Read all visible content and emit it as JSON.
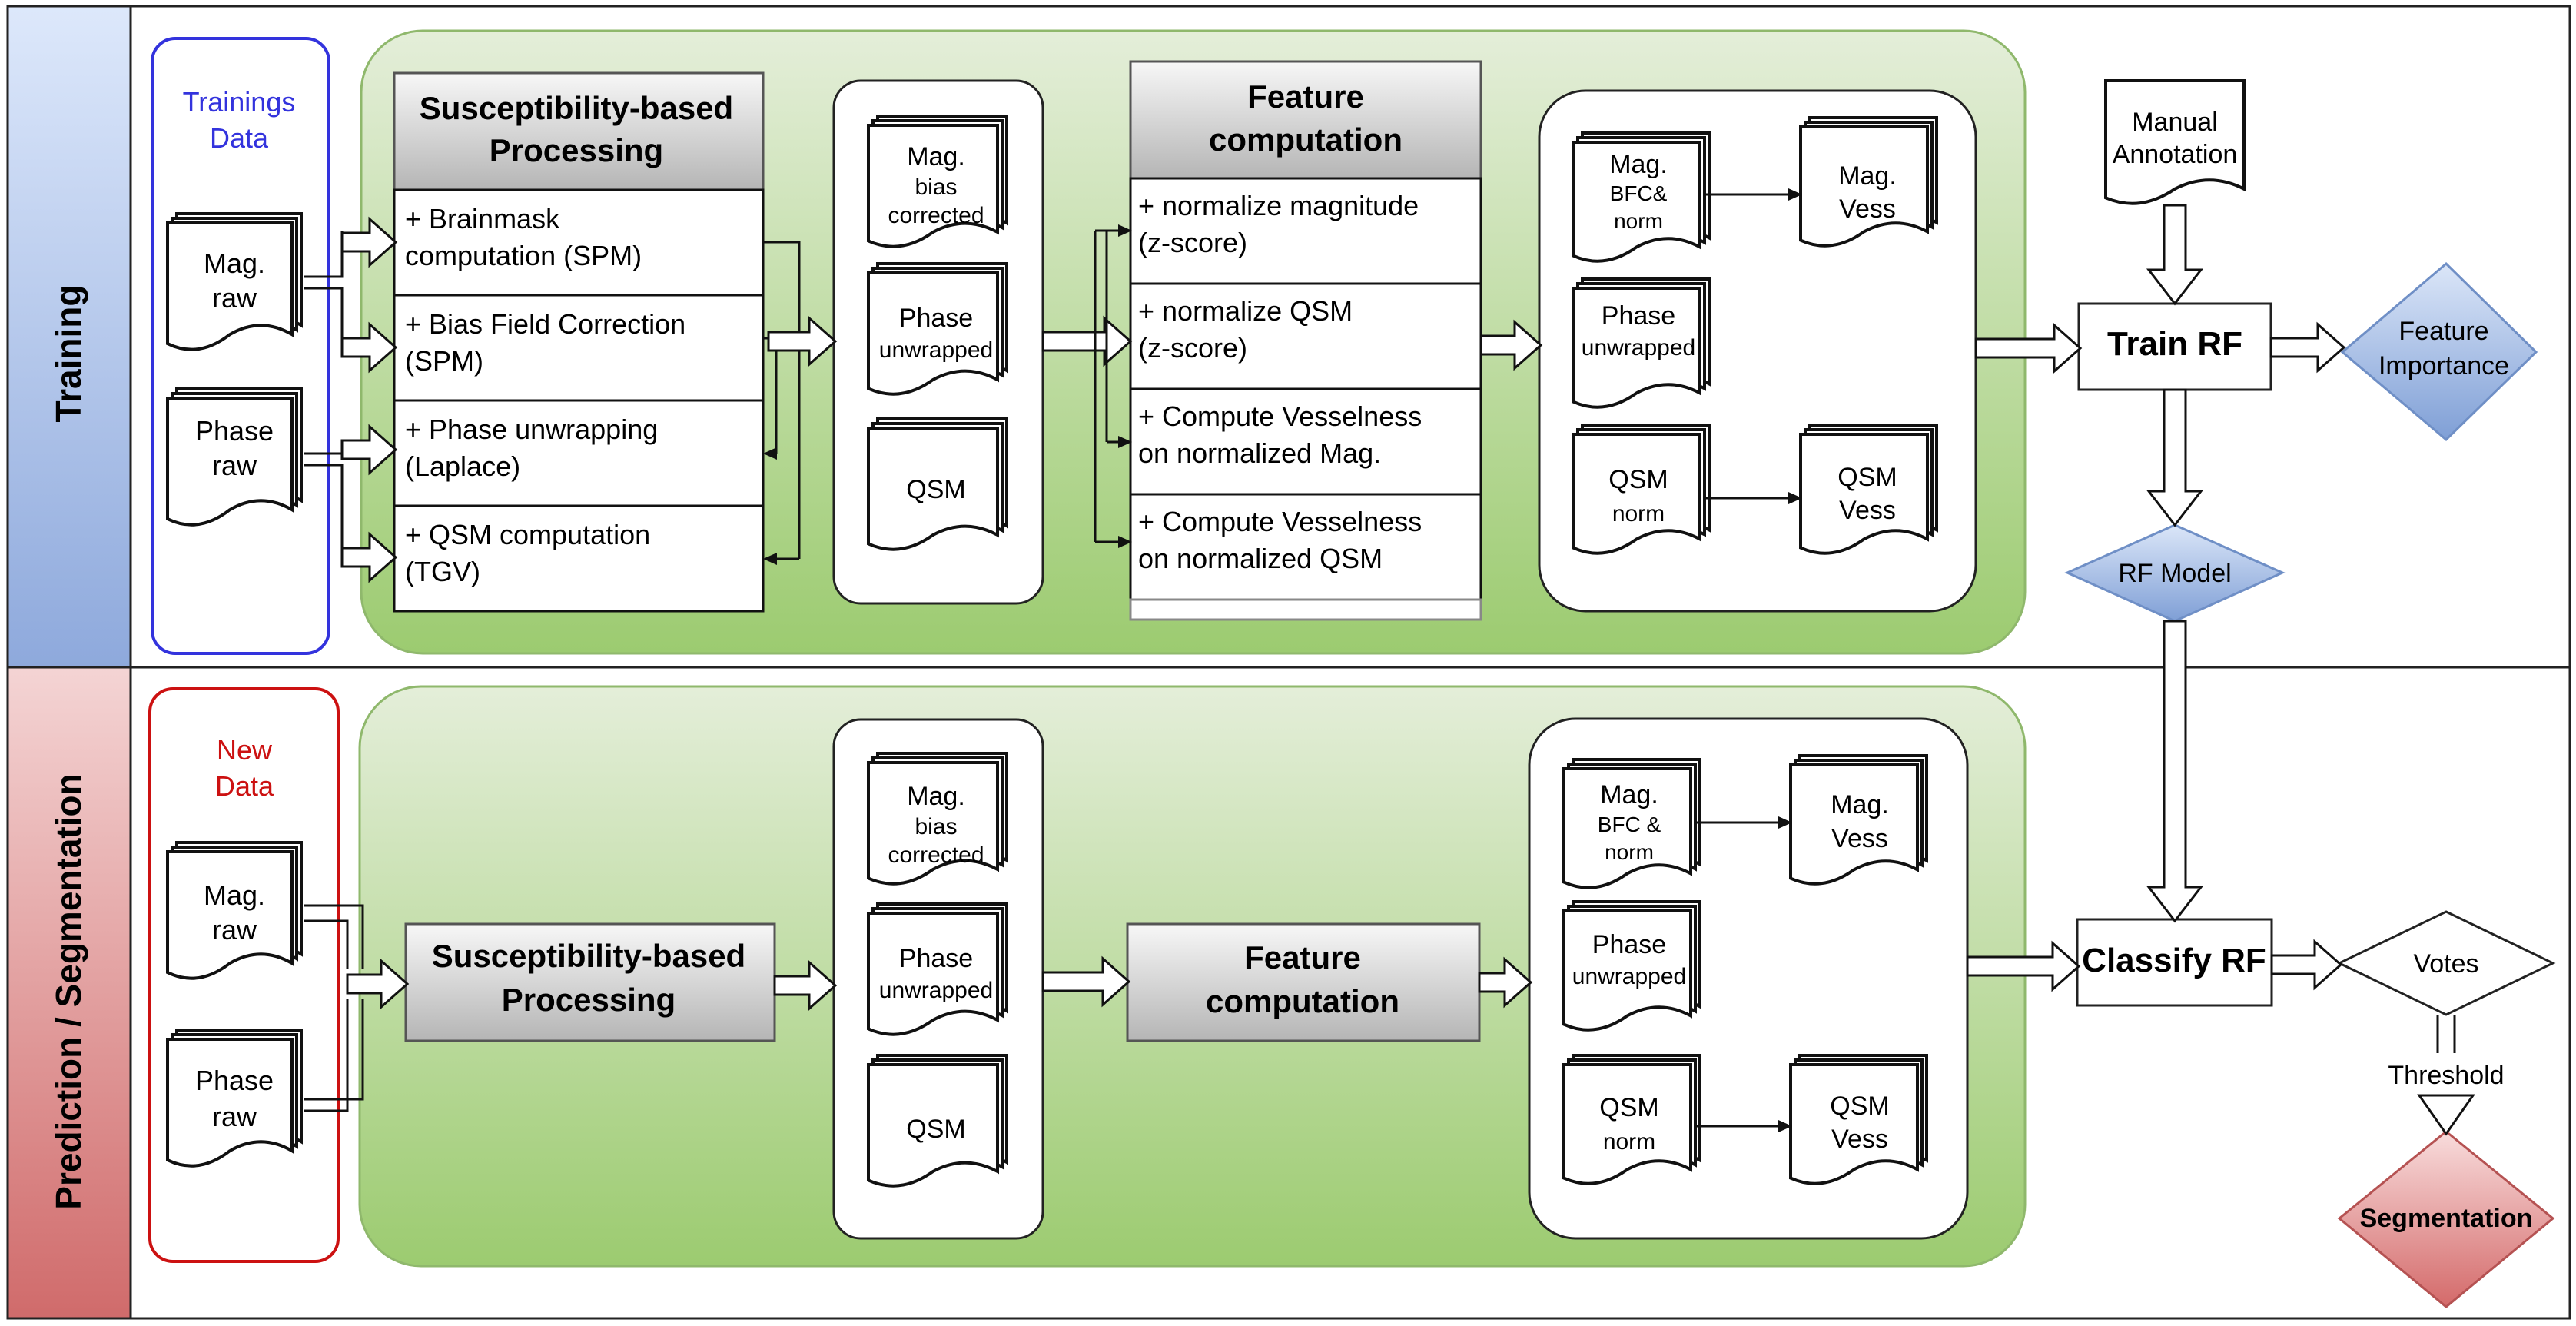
{
  "lanes": {
    "training": "Training",
    "prediction": "Prediction / Segmentation"
  },
  "training": {
    "data_title_1": "Trainings",
    "data_title_2": "Data",
    "mag_raw": [
      "Mag.",
      "raw"
    ],
    "phase_raw": [
      "Phase",
      "raw"
    ],
    "processing_header": [
      "Susceptibility-based",
      "Processing"
    ],
    "processing_steps": [
      [
        "+ Brainmask",
        "computation (SPM)"
      ],
      [
        "+ Bias Field Correction",
        "(SPM)"
      ],
      [
        "+ Phase unwrapping",
        "(Laplace)"
      ],
      [
        "+ QSM computation",
        "(TGV)"
      ]
    ],
    "inter_docs": {
      "mag": [
        "Mag.",
        "bias",
        "corrected"
      ],
      "phase": [
        "Phase",
        "unwrapped"
      ],
      "qsm": [
        "QSM"
      ]
    },
    "feature_header": [
      "Feature",
      "computation"
    ],
    "feature_steps": [
      [
        "+ normalize magnitude",
        "(z-score)"
      ],
      [
        "+ normalize QSM",
        "(z-score)"
      ],
      [
        "+ Compute Vesselness",
        "on normalized Mag."
      ],
      [
        "+ Compute Vesselness",
        "on normalized QSM"
      ]
    ],
    "feature_docs": {
      "mag": [
        "Mag.",
        "BFC&",
        "norm"
      ],
      "mag_vess": [
        "Mag.",
        "Vess"
      ],
      "phase": [
        "Phase",
        "unwrapped"
      ],
      "qsm": [
        "QSM",
        "norm"
      ],
      "qsm_vess": [
        "QSM",
        "Vess"
      ]
    },
    "manual_annotation": [
      "Manual",
      "Annotation"
    ],
    "train_rf": "Train RF",
    "feature_importance": [
      "Feature",
      "Importance"
    ],
    "rf_model": "RF Model"
  },
  "prediction": {
    "data_title_1": "New",
    "data_title_2": "Data",
    "mag_raw": [
      "Mag.",
      "raw"
    ],
    "phase_raw": [
      "Phase",
      "raw"
    ],
    "processing": [
      "Susceptibility-based",
      "Processing"
    ],
    "inter_docs": {
      "mag": [
        "Mag.",
        "bias",
        "corrected"
      ],
      "phase": [
        "Phase",
        "unwrapped"
      ],
      "qsm": [
        "QSM"
      ]
    },
    "feature": [
      "Feature",
      "computation"
    ],
    "feature_docs": {
      "mag": [
        "Mag.",
        "BFC &",
        "norm"
      ],
      "mag_vess": [
        "Mag.",
        "Vess"
      ],
      "phase": [
        "Phase",
        "unwrapped"
      ],
      "qsm": [
        "QSM",
        "norm"
      ],
      "qsm_vess": [
        "QSM",
        "Vess"
      ]
    },
    "classify_rf": "Classify RF",
    "votes": "Votes",
    "threshold": "Threshold",
    "segmentation": "Segmentation"
  },
  "colors": {
    "training_data_border": "#3333dd",
    "training_data_text": "#3333dd",
    "new_data_border": "#cc1111",
    "new_data_text": "#cc1111",
    "green_panel": "#b5d68f",
    "blue_diamond": "#7f9fd6",
    "red_diamond": "#d46a6a"
  }
}
